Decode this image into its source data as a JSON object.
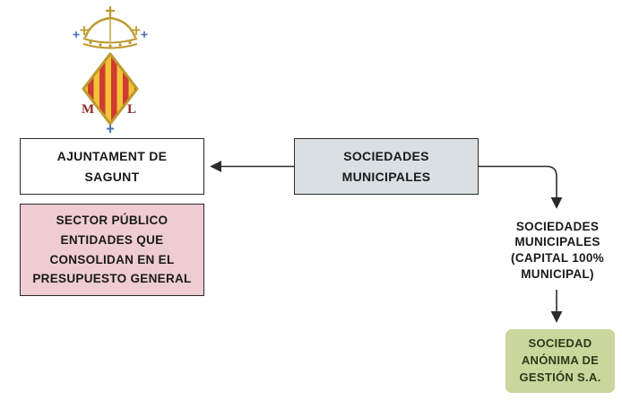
{
  "emblem": {
    "letter_left": "M",
    "letter_right": "L"
  },
  "nodes": {
    "ajuntament": {
      "label": "AJUNTAMENT DE\nSAGUNT"
    },
    "sociedades": {
      "label": "SOCIEDADES\nMUNICIPALES"
    },
    "sector_publico": {
      "label": "SECTOR PÚBLICO\nENTIDADES QUE\nCONSOLIDAN EN EL\nPRESUPUESTO GENERAL"
    },
    "sociedades_capital": {
      "label": "SOCIEDADES\nMUNICIPALES\n(CAPITAL 100%\nMUNICIPAL)"
    },
    "sociedad_anonima": {
      "label": "SOCIEDAD\nANÓNIMA DE\nGESTIÓN S.A."
    }
  },
  "colors": {
    "border": "#2b2b2b",
    "text": "#1a1a1a",
    "sociedades_bg": "#d9dfe2",
    "sector_bg": "#eeccd1",
    "sag_bg": "#c9d79c",
    "sag_text": "#2c3a1c",
    "crown_gold": "#bd9a2f",
    "senyera_yellow": "#f2c23a",
    "senyera_red": "#cf3b30",
    "emblem_letter": "#8a2a2a",
    "emblem_blue": "#4a6fb5"
  }
}
